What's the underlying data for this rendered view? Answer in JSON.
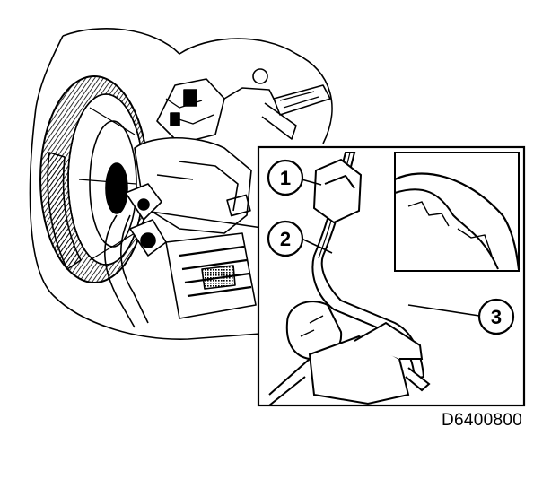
{
  "figure": {
    "code": "D6400800",
    "callouts": [
      {
        "number": "1"
      },
      {
        "number": "2"
      },
      {
        "number": "3"
      }
    ]
  },
  "colors": {
    "ink": "#000000",
    "background": "#ffffff",
    "shade": "#9a9a9a"
  }
}
